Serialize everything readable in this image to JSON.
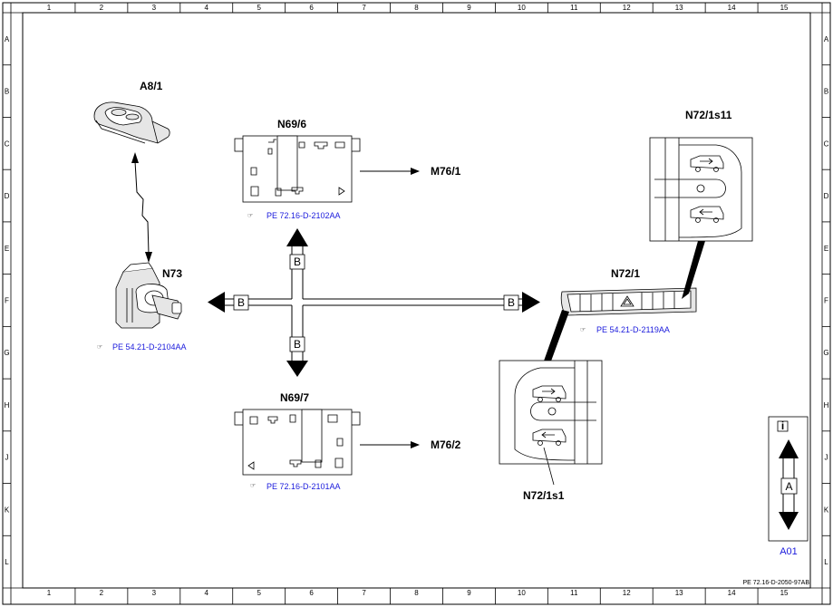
{
  "frame": {
    "columns": [
      "1",
      "2",
      "3",
      "4",
      "5",
      "6",
      "7",
      "8",
      "9",
      "10",
      "11",
      "12",
      "13",
      "14",
      "15"
    ],
    "rows": [
      "A",
      "B",
      "C",
      "D",
      "E",
      "F",
      "G",
      "H",
      "J",
      "K",
      "L"
    ],
    "doc_code": "PE 72.16-D-2050-97AB"
  },
  "components": {
    "a81": "A8/1",
    "n73": "N73",
    "n696": "N69/6",
    "n697": "N69/7",
    "n721": "N72/1",
    "n721s11": "N72/1s11",
    "n721s1": "N72/1s1",
    "m761": "M76/1",
    "m762": "M76/2"
  },
  "refs": {
    "n696": "PE 72.16-D-2102AA",
    "n697": "PE 72.16-D-2101AA",
    "n73": "PE 54.21-D-2104AA",
    "n721": "PE 54.21-D-2119AA"
  },
  "bus": {
    "label": "B"
  },
  "legend": {
    "info_glyph": "i",
    "label": "A",
    "code": "A01"
  }
}
